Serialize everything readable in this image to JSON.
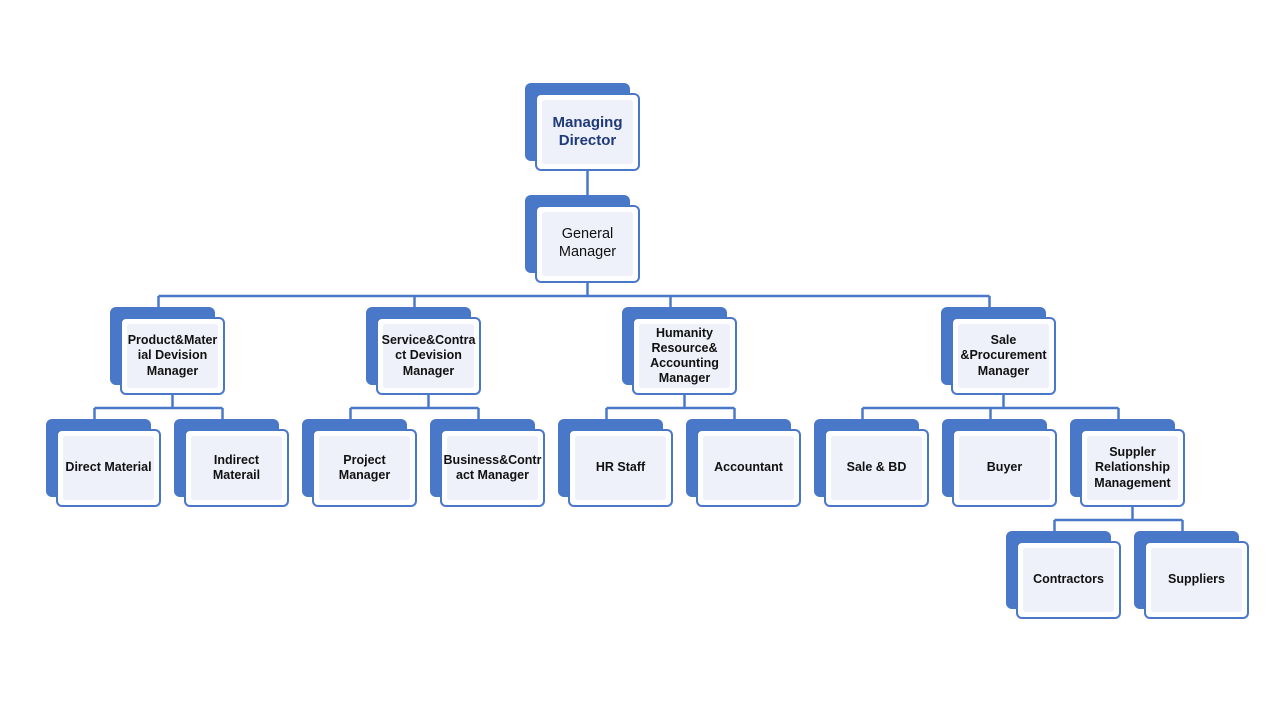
{
  "diagram": {
    "type": "org-chart",
    "colors": {
      "accent": "#4a78c8",
      "card_fill": "#eef1f9",
      "title_text": "#1f3a7a"
    },
    "nodes": {
      "managing_director": "Managing\nDirector",
      "general_manager": "General\nManager",
      "product_material_manager": "Product&Mater\nial Devision\nManager",
      "service_contract_manager": "Service&Contra\nct Devision\nManager",
      "hr_accounting_manager": "Humanity\nResource&\nAccounting\nManager",
      "sale_procurement_manager": "Sale\n&Procurement\nManager",
      "direct_material": "Direct Material",
      "indirect_material": "Indirect\nMaterail",
      "project_manager": "Project\nManager",
      "business_contract_manager": "Business&Contr\nact Manager",
      "hr_staff": "HR Staff",
      "accountant": "Accountant",
      "sale_bd": "Sale & BD",
      "buyer": "Buyer",
      "supplier_relationship": "Suppler\nRelationship\nManagement",
      "contractors": "Contractors",
      "suppliers": "Suppliers"
    },
    "edges": [
      [
        "managing_director",
        "general_manager"
      ],
      [
        "general_manager",
        "product_material_manager"
      ],
      [
        "general_manager",
        "service_contract_manager"
      ],
      [
        "general_manager",
        "hr_accounting_manager"
      ],
      [
        "general_manager",
        "sale_procurement_manager"
      ],
      [
        "product_material_manager",
        "direct_material"
      ],
      [
        "product_material_manager",
        "indirect_material"
      ],
      [
        "service_contract_manager",
        "project_manager"
      ],
      [
        "service_contract_manager",
        "business_contract_manager"
      ],
      [
        "hr_accounting_manager",
        "hr_staff"
      ],
      [
        "hr_accounting_manager",
        "accountant"
      ],
      [
        "sale_procurement_manager",
        "sale_bd"
      ],
      [
        "sale_procurement_manager",
        "buyer"
      ],
      [
        "sale_procurement_manager",
        "supplier_relationship"
      ],
      [
        "supplier_relationship",
        "contractors"
      ],
      [
        "supplier_relationship",
        "suppliers"
      ]
    ]
  }
}
